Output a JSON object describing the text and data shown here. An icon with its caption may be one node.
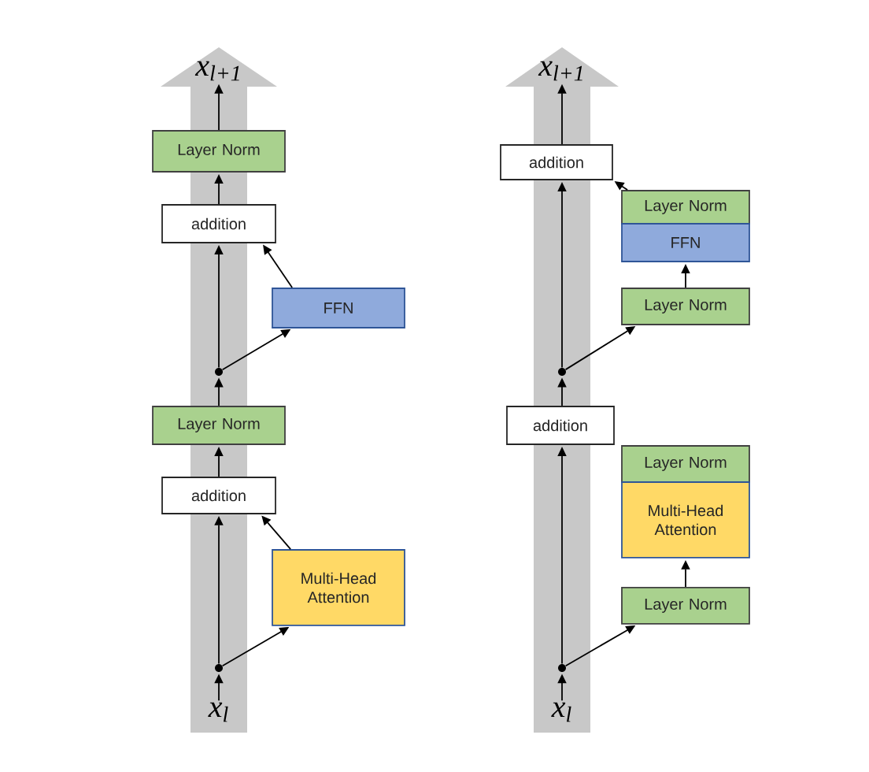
{
  "diagram": {
    "nodes": [
      {
        "text": [
          "x$_{l+1}$"
        ]
      },
      {
        "text": [
          "Layer Norm"
        ]
      },
      {
        "text": [
          "addition"
        ]
      },
      {
        "text": [
          "FFN"
        ]
      },
      {
        "text": [],
        "shape": "circle"
      },
      {
        "text": [
          "Layer Norm"
        ]
      },
      {
        "text": [
          "addition"
        ]
      },
      {
        "text": [
          "Multi-Head Attention"
        ]
      },
      {
        "text": [],
        "shape": "circle"
      },
      {
        "text": [
          "x$_{l}$"
        ]
      },
      {
        "text": [
          "x$_{l+1}$"
        ]
      },
      {
        "text": [
          "addition"
        ]
      },
      {
        "text": [
          "Layer Norm"
        ]
      },
      {
        "text": [
          "FFN"
        ]
      },
      {
        "text": [
          "Layer Norm"
        ]
      },
      {
        "text": [],
        "shape": "circle"
      },
      {
        "text": [
          "addition"
        ]
      },
      {
        "text": [
          "Layer Norm"
        ]
      },
      {
        "text": [
          "Multi-Head Attention"
        ]
      },
      {
        "text": [
          "Layer Norm"
        ]
      },
      {
        "text": [],
        "shape": "circle"
      },
      {
        "text": [
          "x$_{l}$"
        ]
      }
    ],
    "edges": [
      {
        "from": 9,
        "to": 8,
        "arrow": "to"
      },
      {
        "from": 8,
        "to": 6,
        "arrow": "to"
      },
      {
        "from": 8,
        "to": 7,
        "arrow": "to"
      },
      {
        "from": 7,
        "to": 6,
        "arrow": "to"
      },
      {
        "from": 6,
        "to": 5,
        "arrow": "to"
      },
      {
        "from": 5,
        "to": 4,
        "arrow": "to"
      },
      {
        "from": 4,
        "to": 2,
        "arrow": "to"
      },
      {
        "from": 4,
        "to": 3,
        "arrow": "to"
      },
      {
        "from": 3,
        "to": 2,
        "arrow": "to"
      },
      {
        "from": 2,
        "to": 1,
        "arrow": "to"
      },
      {
        "from": 1,
        "to": 0,
        "arrow": "to"
      },
      {
        "from": 21,
        "to": 20,
        "arrow": "to"
      },
      {
        "from": 20,
        "to": 16,
        "arrow": "to"
      },
      {
        "from": 20,
        "to": 19,
        "arrow": "to"
      },
      {
        "from": 19,
        "to": 18,
        "arrow": "to"
      },
      {
        "from": 16,
        "to": 15,
        "arrow": "to"
      },
      {
        "from": 15,
        "to": 11,
        "arrow": "to"
      },
      {
        "from": 15,
        "to": 14,
        "arrow": "to"
      },
      {
        "from": 14,
        "to": 13,
        "arrow": "to"
      },
      {
        "from": 12,
        "to": 11,
        "arrow": "to"
      },
      {
        "from": 11,
        "to": 10,
        "arrow": "to"
      }
    ]
  }
}
